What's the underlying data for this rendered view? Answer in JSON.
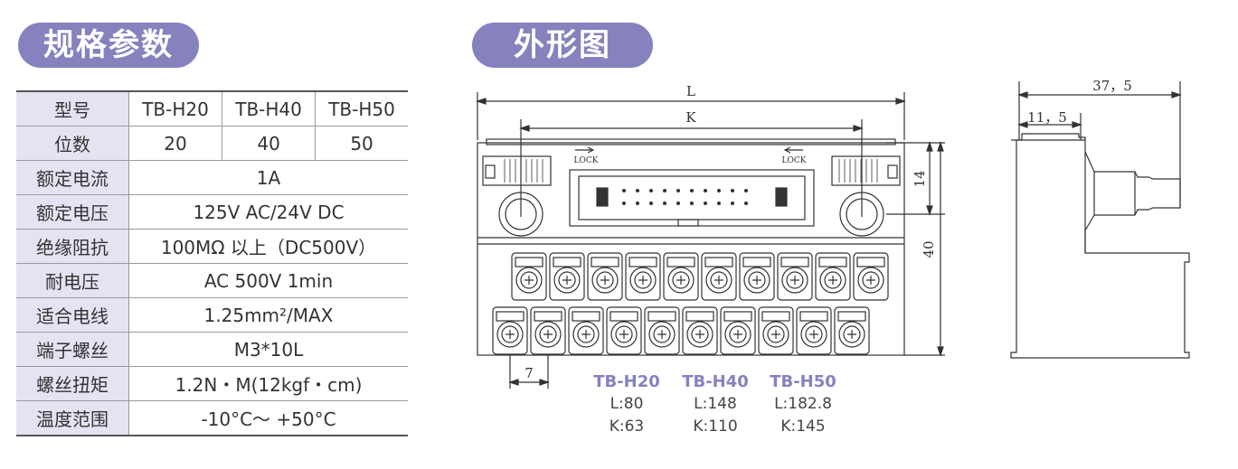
{
  "headings": {
    "spec": "规格参数",
    "outline": "外形图"
  },
  "spec_table": {
    "model_label": "型号",
    "models": [
      "TB-H20",
      "TB-H40",
      "TB-H50"
    ],
    "positions_label": "位数",
    "positions": [
      "20",
      "40",
      "50"
    ],
    "rows": [
      {
        "label": "额定电流",
        "value": "1A"
      },
      {
        "label": "额定电压",
        "value": "125V AC/24V DC"
      },
      {
        "label": "绝缘阻抗",
        "value": "100MΩ 以上（DC500V）"
      },
      {
        "label": "耐电压",
        "value": "AC 500V 1min"
      },
      {
        "label": "适合电线",
        "value": "1.25mm²/MAX"
      },
      {
        "label": "端子螺丝",
        "value": "M3*10L"
      },
      {
        "label": "螺丝扭矩",
        "value": "1.2N・M(12kgf・cm)"
      },
      {
        "label": "温度范围",
        "value": "-10°C～ +50°C"
      }
    ]
  },
  "drawing": {
    "dim_L": "L",
    "dim_K": "K",
    "dim_height_top": "14",
    "dim_height_total": "40",
    "dim_pitch": "7",
    "lock_label": "LOCK",
    "side_width": "37，5",
    "side_offset": "11，5"
  },
  "model_dims": [
    {
      "name": "TB-H20",
      "L": "L:80",
      "K": "K:63"
    },
    {
      "name": "TB-H40",
      "L": "L:148",
      "K": "K:110"
    },
    {
      "name": "TB-H50",
      "L": "L:182.8",
      "K": "K:145"
    }
  ],
  "colors": {
    "accent": "#8682bd",
    "header_bg": "#e4e3f2"
  }
}
